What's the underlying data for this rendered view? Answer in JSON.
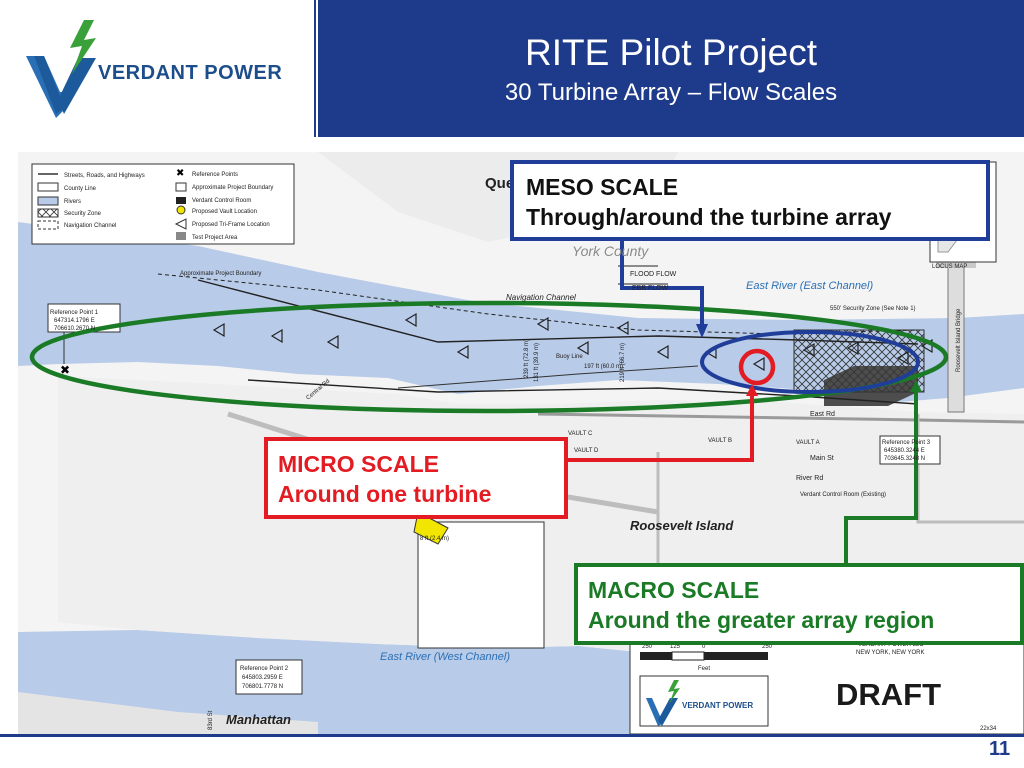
{
  "header": {
    "logo_text": "VERDANT POWER",
    "title": "RITE Pilot Project",
    "subtitle": "30 Turbine Array – Flow Scales"
  },
  "legend": {
    "col1": [
      "Streets, Roads, and Highways",
      "County Line",
      "Rivers",
      "Security Zone",
      "Navigation Channel"
    ],
    "col2": [
      "Reference Points",
      "Approximate Project Boundary",
      "Verdant Control Room",
      "Proposed Vault Location",
      "Proposed Tri-Frame Location",
      "Test Project Area"
    ]
  },
  "callouts": {
    "meso": {
      "title": "MESO SCALE",
      "text": "Through/around the turbine array"
    },
    "micro": {
      "title": "MICRO SCALE",
      "text": "Around one turbine"
    },
    "macro": {
      "title": "MACRO SCALE",
      "text": "Around the greater array region"
    }
  },
  "map_labels": {
    "queens": "Que",
    "county": "York County",
    "flood_flow": "FLOOD FLOW",
    "ebb_flow": "EBB FLOW",
    "locus_map": "LOCUS MAP",
    "east_channel": "East River (East Channel)",
    "west_channel": "East River (West Channel)",
    "navigation_channel": "Navigation Channel",
    "approx_boundary": "Approximate\nProject Boundary",
    "security_zone": "550' Security Zone\n(See Note 1)",
    "buoy_line": "Buoy Line",
    "roosevelt_island": "Roosevelt Island",
    "manhattan": "Manhattan",
    "roosevelt_bridge": "Roosevelt Island Bridge",
    "east_rd": "East Rd",
    "main_st": "Main St",
    "river_rd": "River Rd",
    "central_rd": "Central Rd",
    "vault_a": "VAULT A",
    "vault_b": "VAULT B",
    "vault_c": "VAULT C",
    "vault_d": "VAULT D",
    "control_room": "Verdant Control\nRoom (Existing)",
    "dist_197": "197 ft\n(60.0 m)",
    "dist_219": "219 ft\n(66.7 m)",
    "dist_131": "131 ft\n(39.9 m)",
    "dist_239": "239 ft\n(72.8 m)",
    "dist_8": "8 ft (2.4 m)",
    "ref1_title": "Reference Point 1",
    "ref1_e": "647314.1796  E",
    "ref1_n": "706610.2670  N",
    "ref2_title": "Reference Point 2",
    "ref2_e": "645803.2959  E",
    "ref2_n": "706801.7778  N",
    "ref3_title": "Reference Point 3",
    "ref3_e": "645380.3244  E",
    "ref3_n": "703645.3248  N",
    "scale_ticks": [
      "250",
      "125",
      "0",
      "250"
    ],
    "scale_unit": "Feet",
    "company_line1": "VERDANT POWER LLC",
    "company_line2": "NEW YORK, NEW YORK",
    "sheet_size": "22x34",
    "street_83": "83rd St"
  },
  "draft_label": "DRAFT",
  "page_number": "11",
  "colors": {
    "header_blue": "#1e3a8a",
    "river": "#b8cbe8",
    "meso": "#1f3d99",
    "micro": "#e31b23",
    "macro": "#1a7a26"
  }
}
